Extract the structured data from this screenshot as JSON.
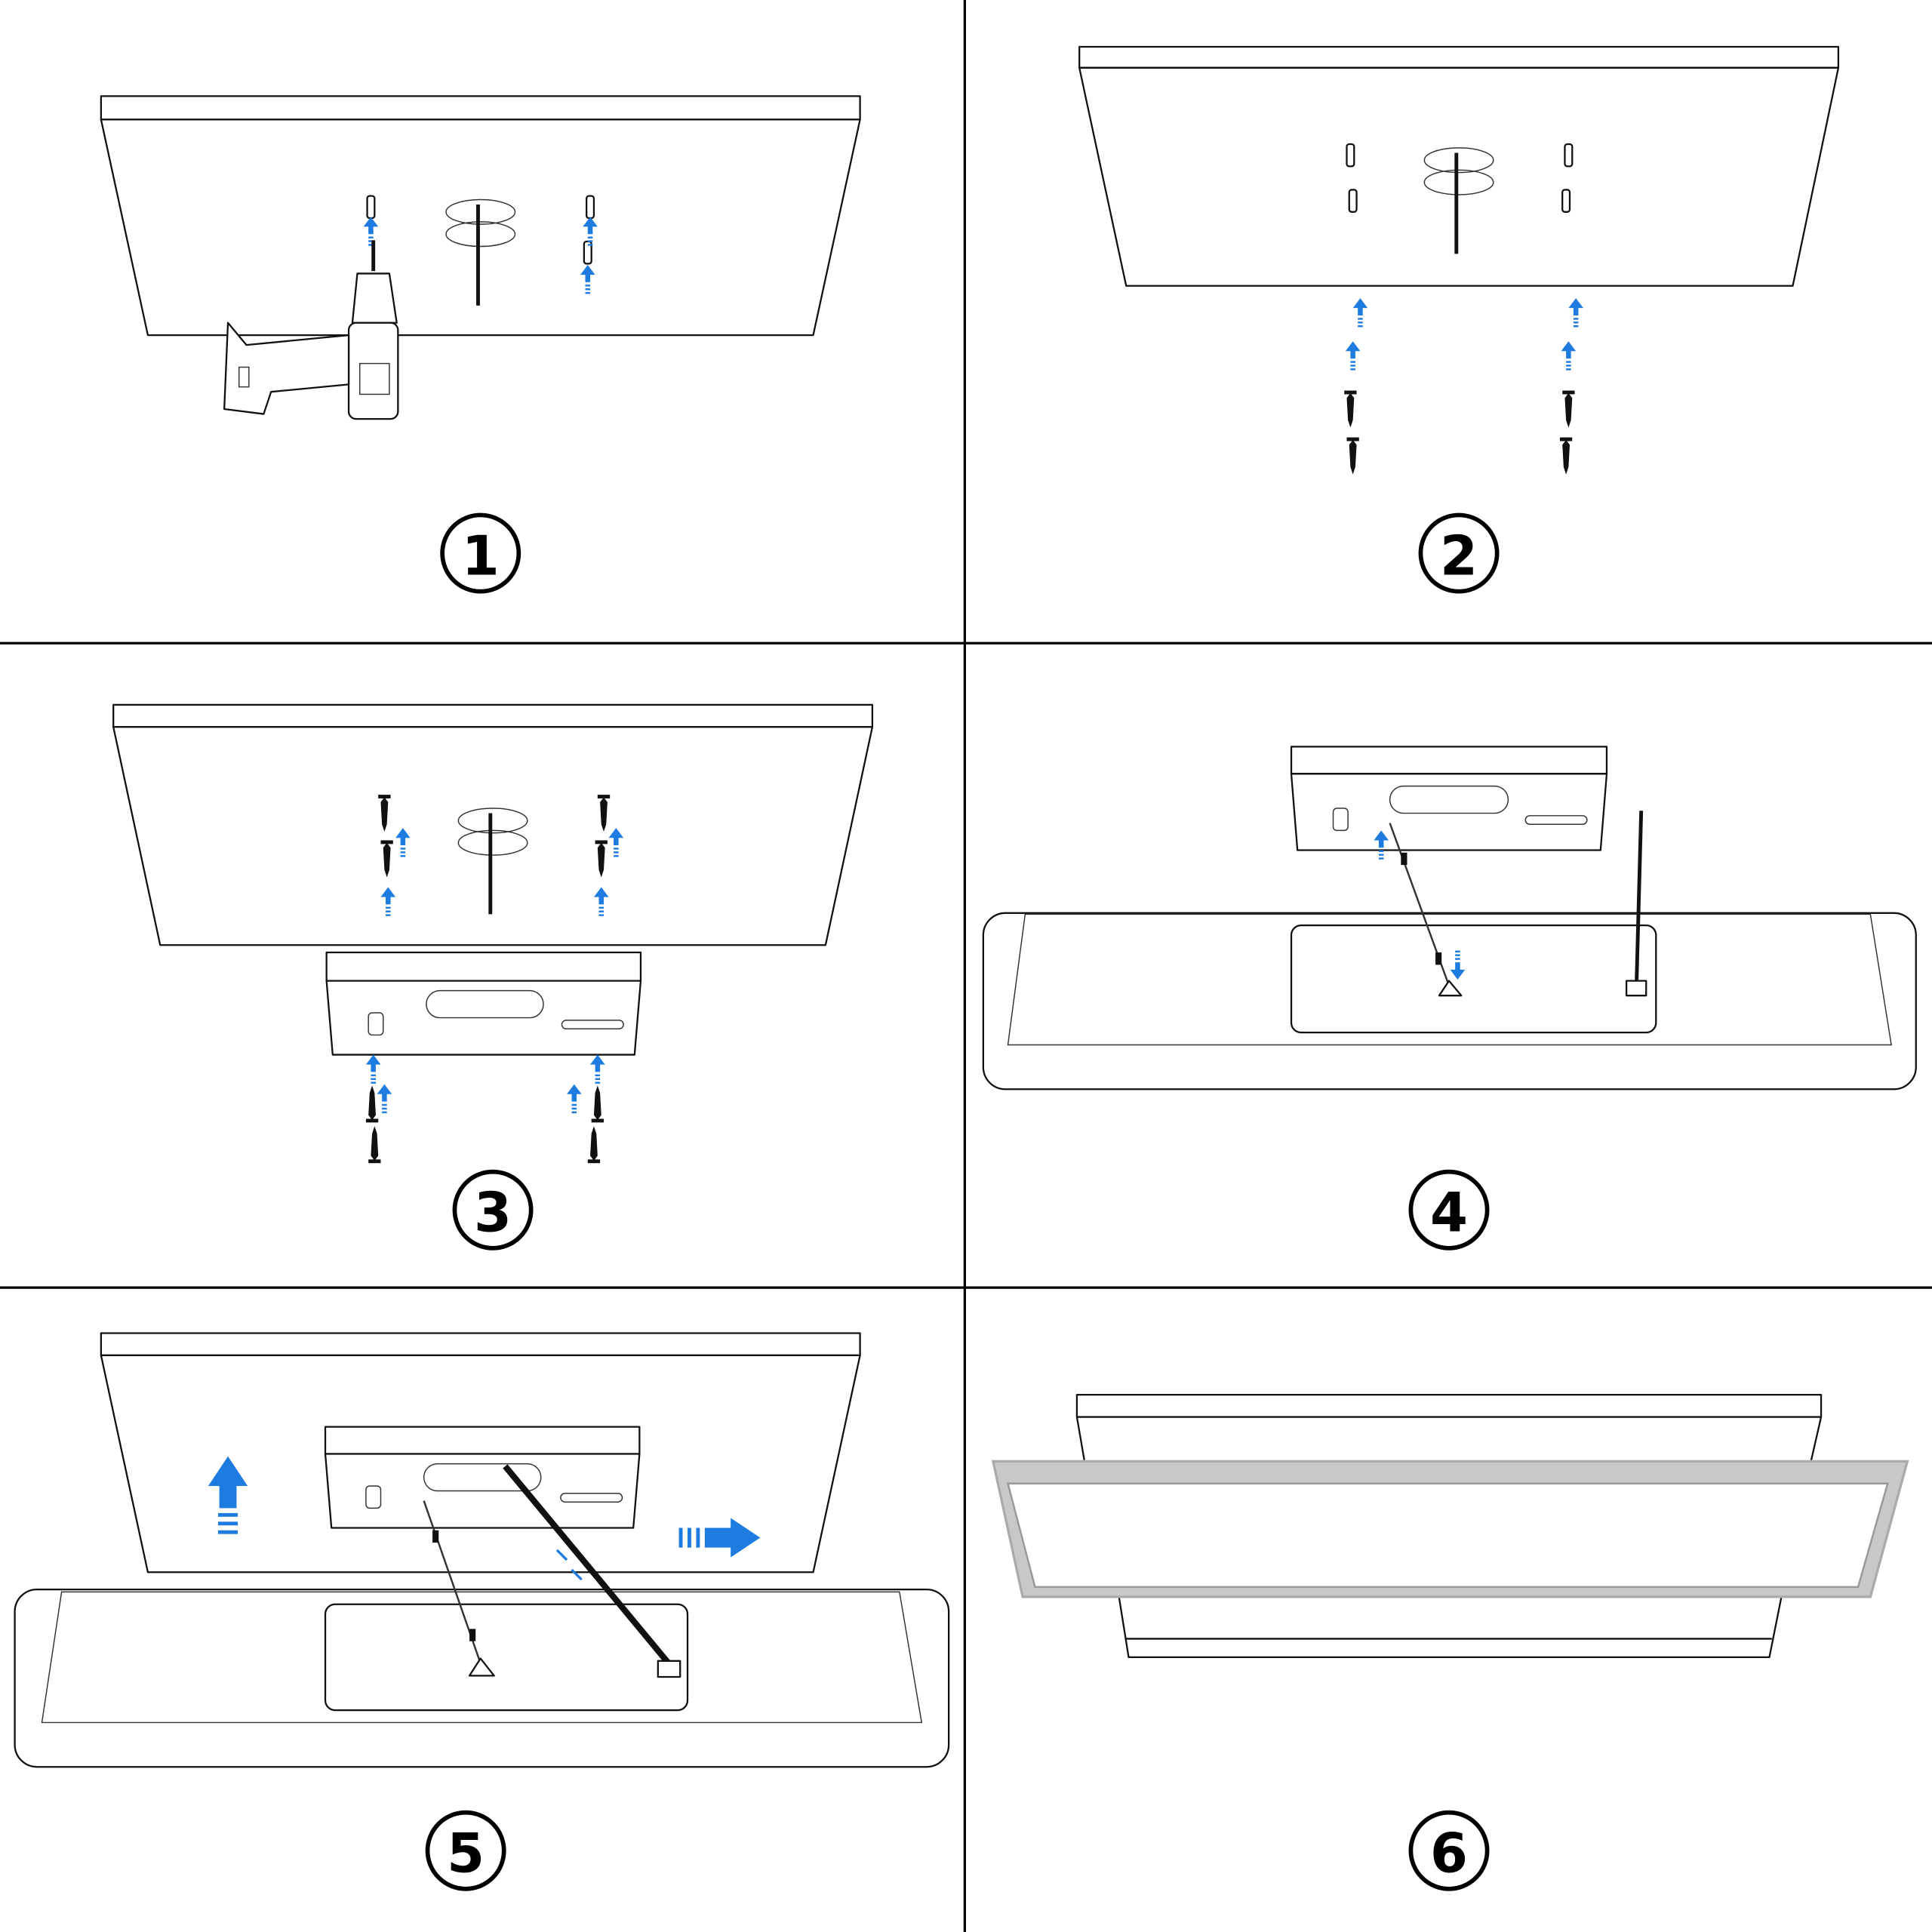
{
  "steps": [
    {
      "number": "1"
    },
    {
      "number": "2"
    },
    {
      "number": "3"
    },
    {
      "number": "4"
    },
    {
      "number": "5"
    },
    {
      "number": "6"
    }
  ],
  "colors": {
    "arrow": "#1e7be0",
    "line": "#111111",
    "frame": "#b8b8b8",
    "background": "#ffffff"
  }
}
